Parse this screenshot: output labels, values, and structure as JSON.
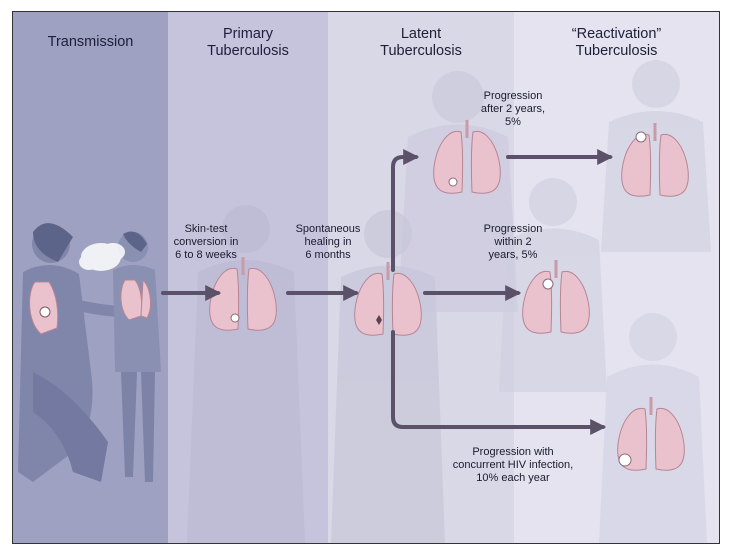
{
  "columns": {
    "transmission": "Transmission",
    "primary": [
      "Primary",
      "Tuberculosis"
    ],
    "latent": [
      "Latent",
      "Tuberculosis"
    ],
    "reactivation": [
      "“Reactivation”",
      "Tuberculosis"
    ]
  },
  "labels": {
    "skin_test": [
      "Skin-test",
      "conversion in",
      "6 to 8 weeks"
    ],
    "healing": [
      "Spontaneous",
      "healing in",
      "6 months"
    ],
    "prog_after": [
      "Progression",
      "after 2 years,",
      "5%"
    ],
    "prog_within": [
      "Progression",
      "within 2",
      "years, 5%"
    ],
    "prog_hiv": [
      "Progression with",
      "concurrent HIV infection,",
      "10% each year"
    ]
  },
  "colors": {
    "col_transmission": "#9ea1c2",
    "col_primary": "#c5c4dc",
    "col_latent": "#d9d8e7",
    "col_reactivation": "#e4e3ef",
    "arrow": "#5b5169",
    "lung": "#e9c2cd"
  }
}
